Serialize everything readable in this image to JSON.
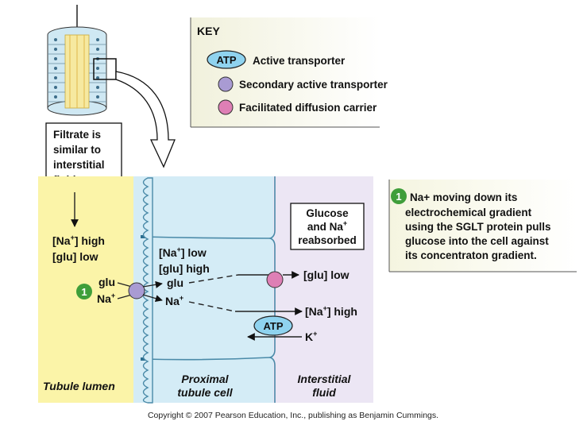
{
  "key": {
    "title": "KEY",
    "atp_symbol": "ATP",
    "active_label": "Active transporter",
    "secondary_label": "Secondary active transporter",
    "facilitated_label": "Facilitated diffusion carrier"
  },
  "filtrate_note": [
    "Filtrate is",
    "similar to",
    "interstitial",
    "fluid"
  ],
  "lumen": {
    "na_high": "[Na",
    "na_high_sup": "+",
    "na_high_end": "] high",
    "glu_low": "[glu] low",
    "label": "Tubule lumen"
  },
  "cell": {
    "na_low": "[Na",
    "na_low_sup": "+",
    "na_low_end": "] low",
    "glu_high": "[glu] high",
    "label_line1": "Proximal",
    "label_line2": "tubule cell",
    "glu_inside": "glu",
    "na_inside": "Na",
    "na_inside_sup": "+"
  },
  "transport": {
    "step_number": "1",
    "glu": "glu",
    "na": "Na",
    "na_sup": "+"
  },
  "interstitial": {
    "reabsorbed": [
      "Glucose",
      "and Na",
      "reabsorbed"
    ],
    "reabsorbed_sup": "+",
    "glu_low": "[glu] low",
    "na_high": "[Na",
    "na_high_sup": "+",
    "na_high_end": "] high",
    "atp": "ATP",
    "k": "K",
    "k_sup": "+",
    "label_line1": "Interstitial",
    "label_line2": "fluid"
  },
  "callout": {
    "number": "1",
    "lines": [
      "Na+ moving down its",
      "electrochemical gradient",
      "using the SGLT protein pulls",
      "glucose into the cell against",
      "its concentraton gradient."
    ]
  },
  "copyright": "Copyright © 2007 Pearson Education, Inc., publishing as Benjamin Cummings.",
  "colors": {
    "lumen": "#fbf4a8",
    "cell": "#d4ecf6",
    "interstitial": "#ece6f4",
    "atp_fill": "#8fd3ef",
    "secondary": "#a99bd3",
    "facilitated": "#de7fb5",
    "step_badge": "#3f9e3a",
    "panel": "#f5f5e2"
  }
}
